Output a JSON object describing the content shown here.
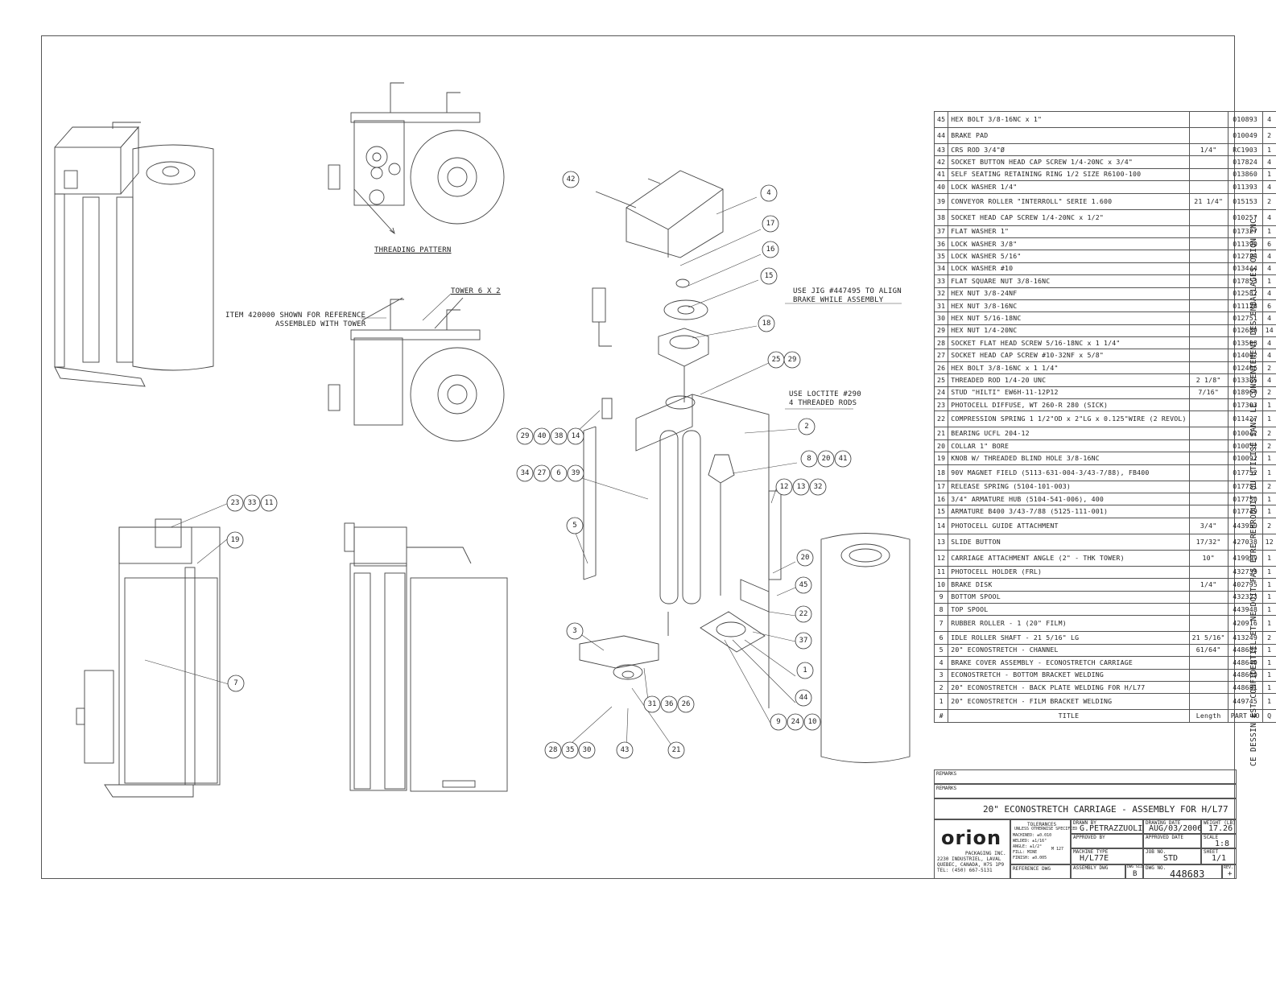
{
  "bom": {
    "rows": [
      {
        "item": "45",
        "title": "HEX BOLT 3/8-16NC x 1\"",
        "length": "",
        "part": "010893",
        "qty": "4"
      },
      {
        "item": "44",
        "title": "BRAKE PAD",
        "length": "",
        "part": "010049",
        "qty": "2"
      },
      {
        "item": "43",
        "title": "CRS ROD 3/4\"Ø",
        "length": "1/4\"",
        "part": "RC1903",
        "qty": "1"
      },
      {
        "item": "42",
        "title": "SOCKET BUTTON HEAD CAP SCREW 1/4-20NC x 3/4\"",
        "length": "",
        "part": "017824",
        "qty": "4"
      },
      {
        "item": "41",
        "title": "SELF SEATING RETAINING RING 1/2 SIZE R6100-100",
        "length": "",
        "part": "013860",
        "qty": "1"
      },
      {
        "item": "40",
        "title": "LOCK WASHER 1/4\"",
        "length": "",
        "part": "011393",
        "qty": "4"
      },
      {
        "item": "39",
        "title": "CONVEYOR ROLLER \"INTERROLL\" SERIE 1.600",
        "length": "21 1/4\"",
        "part": "015153",
        "qty": "2"
      },
      {
        "item": "38",
        "title": "SOCKET HEAD CAP SCREW 1/4-20NC x 1/2\"",
        "length": "",
        "part": "010257",
        "qty": "4"
      },
      {
        "item": "37",
        "title": "FLAT WASHER 1\"",
        "length": "",
        "part": "017327",
        "qty": "1"
      },
      {
        "item": "36",
        "title": "LOCK WASHER 3/8\"",
        "length": "",
        "part": "011390",
        "qty": "6"
      },
      {
        "item": "35",
        "title": "LOCK WASHER 5/16\"",
        "length": "",
        "part": "012724",
        "qty": "4"
      },
      {
        "item": "34",
        "title": "LOCK WASHER #10",
        "length": "",
        "part": "013444",
        "qty": "4"
      },
      {
        "item": "33",
        "title": "FLAT SQUARE NUT 3/8-16NC",
        "length": "",
        "part": "017853",
        "qty": "1"
      },
      {
        "item": "32",
        "title": "HEX NUT 3/8-24NF",
        "length": "",
        "part": "012582",
        "qty": "4"
      },
      {
        "item": "31",
        "title": "HEX NUT 3/8-16NC",
        "length": "",
        "part": "011128",
        "qty": "6"
      },
      {
        "item": "30",
        "title": "HEX NUT 5/16-18NC",
        "length": "",
        "part": "012751",
        "qty": "4"
      },
      {
        "item": "29",
        "title": "HEX NUT 1/4-20NC",
        "length": "",
        "part": "012689",
        "qty": "14"
      },
      {
        "item": "28",
        "title": "SOCKET FLAT HEAD SCREW 5/16-18NC x 1 1/4\"",
        "length": "",
        "part": "013508",
        "qty": "4"
      },
      {
        "item": "27",
        "title": "SOCKET HEAD CAP SCREW #10-32NF x 5/8\"",
        "length": "",
        "part": "014002",
        "qty": "4"
      },
      {
        "item": "26",
        "title": "HEX BOLT 3/8-16NC x 1 1/4\"",
        "length": "",
        "part": "012406",
        "qty": "2"
      },
      {
        "item": "25",
        "title": "THREADED ROD 1/4-20 UNC",
        "length": "2 1/8\"",
        "part": "013385",
        "qty": "4"
      },
      {
        "item": "24",
        "title": "STUD \"HILTI\" EW6H-11-12P12",
        "length": "7/16\"",
        "part": "018969",
        "qty": "2"
      },
      {
        "item": "23",
        "title": "PHOTOCELL DIFFUSE, WT 260-R 280 (SICK)",
        "length": "",
        "part": "017303",
        "qty": "1"
      },
      {
        "item": "22",
        "title": "COMPRESSION SPRING 1 1/2\"OD x 2\"LG x 0.125\"WIRE (2 REVOL)",
        "length": "",
        "part": "011427",
        "qty": "1"
      },
      {
        "item": "21",
        "title": "BEARING UCFL 204-12",
        "length": "",
        "part": "010042",
        "qty": "2"
      },
      {
        "item": "20",
        "title": "COLLAR 1\" BORE",
        "length": "",
        "part": "010052",
        "qty": "2"
      },
      {
        "item": "19",
        "title": "KNOB W/ THREADED BLIND HOLE 3/8-16NC",
        "length": "",
        "part": "010092",
        "qty": "1"
      },
      {
        "item": "18",
        "title": "90V MAGNET FIELD (5113-631-004-3/43-7/88), FB400",
        "length": "",
        "part": "017752",
        "qty": "1"
      },
      {
        "item": "17",
        "title": "RELEASE SPRING (5104-101-003)",
        "length": "",
        "part": "017751",
        "qty": "2"
      },
      {
        "item": "16",
        "title": "3/4\" ARMATURE HUB (5104-541-006), 400",
        "length": "",
        "part": "017750",
        "qty": "1"
      },
      {
        "item": "15",
        "title": "ARMATURE B400 3/43-7/88 (5125-111-001)",
        "length": "",
        "part": "017749",
        "qty": "1"
      },
      {
        "item": "14",
        "title": "PHOTOCELL GUIDE ATTACHMENT",
        "length": "3/4\"",
        "part": "443959",
        "qty": "2"
      },
      {
        "item": "13",
        "title": "SLIDE BUTTON",
        "length": "17/32\"",
        "part": "427038",
        "qty": "12"
      },
      {
        "item": "12",
        "title": "CARRIAGE ATTACHMENT ANGLE (2\" - THK TOWER)",
        "length": "10\"",
        "part": "419999",
        "qty": "1"
      },
      {
        "item": "11",
        "title": "PHOTOCELL HOLDER (FRL)",
        "length": "",
        "part": "432739",
        "qty": "1"
      },
      {
        "item": "10",
        "title": "BRAKE DISK",
        "length": "1/4\"",
        "part": "402795",
        "qty": "1"
      },
      {
        "item": "9",
        "title": "BOTTOM SPOOL",
        "length": "",
        "part": "432323",
        "qty": "1"
      },
      {
        "item": "8",
        "title": "TOP SPOOL",
        "length": "",
        "part": "443948",
        "qty": "1"
      },
      {
        "item": "7",
        "title": "RUBBER ROLLER - 1 (20\" FILM)",
        "length": "",
        "part": "420916",
        "qty": "1"
      },
      {
        "item": "6",
        "title": "IDLE ROLLER SHAFT - 21 5/16\" LG",
        "length": "21 5/16\"",
        "part": "413249",
        "qty": "2"
      },
      {
        "item": "5",
        "title": "20\" ECONOSTRETCH - CHANNEL",
        "length": "61/64\"",
        "part": "448682",
        "qty": "1"
      },
      {
        "item": "4",
        "title": "BRAKE COVER ASSEMBLY - ECONOSTRETCH CARRIAGE",
        "length": "",
        "part": "448649",
        "qty": "1"
      },
      {
        "item": "3",
        "title": "ECONOSTRETCH - BOTTOM BRACKET WELDING",
        "length": "",
        "part": "448660",
        "qty": "1"
      },
      {
        "item": "2",
        "title": "20\" ECONOSTRETCH - BACK PLATE WELDING FOR H/L77",
        "length": "",
        "part": "448681",
        "qty": "1"
      },
      {
        "item": "1",
        "title": "20\" ECONOSTRETCH - FILM BRACKET WELDING",
        "length": "",
        "part": "449745",
        "qty": "1"
      }
    ],
    "header": {
      "item": "#",
      "title": "TITLE",
      "length": "Length",
      "part": "PART NO",
      "qty": "Q"
    }
  },
  "title_block": {
    "remarks_1": "REMARKS",
    "remarks_2": "REMARKS",
    "title": "20\" ECONOSTRETCH CARRIAGE - ASSEMBLY FOR H/L77",
    "company_logo": "orion",
    "company_name": "PACKAGING INC.",
    "company_addr1": "2230 INDUSTRIEL, LAVAL",
    "company_addr2": "QUEBEC, CANADA, H7S 1P9",
    "company_tel": "TEL: (450) 667-5131",
    "tolerances": "TOLERANCES",
    "tolerances_sub": "UNLESS OTHERWISE SPECIFIED",
    "tol_lines": [
      "MACHINED: ±0.010",
      "WELDED: ±1/16\"",
      "ANGLE: ±1/2°",
      "FILL: MINE",
      "FINISH: ±0.005"
    ],
    "tol_code": "M 127",
    "reference_dwg": "REFERENCE DWG",
    "drawn_by_label": "DRAWN BY",
    "drawn_by": "G.PETRAZZUOLI",
    "drawn_date_label": "DRAWING DATE",
    "drawn_date": "AUG/03/2006",
    "weight_label": "WEIGHT (LB)",
    "weight": "17.26",
    "approved_label": "APPROVED BY",
    "approved_date_label": "APPROVED DATE",
    "scale_label": "SCALE",
    "scale": "1:8",
    "machine_label": "MACHINE TYPE",
    "machine": "H/L77E",
    "job_label": "JOB NO.",
    "job": "STD",
    "sheet_label": "SHEET",
    "sheet": "1/1",
    "assembly_label": "ASSEMBLY DWG",
    "size_label": "DWG SIZE",
    "size": "B",
    "dwg_label": "DWG NO.",
    "dwg_no": "448683",
    "rev_label": "REV.",
    "rev": "+"
  },
  "vertical_note": "CE DESSIN EST CONFIDENTIEL ET NE DOIT PAS ÊTRE REPRODUIT OU UTILISÉ SANS LE CONSENTEMENT DES EMBALLAGES ORION INC.",
  "labels": {
    "threading": "THREADING PATTERN",
    "tower": "TOWER 6 X 2",
    "item_note_1": "ITEM 420000 SHOWN FOR REFERENCE",
    "item_note_2": "ASSEMBLED WITH TOWER",
    "jig_1": "USE JIG #447495 TO ALIGN",
    "jig_2": "BRAKE WHILE ASSEMBLY",
    "loctite_1": "USE LOCTITE #290",
    "loctite_2": "4 THREADED RODS"
  },
  "balloons": [
    "42",
    "4",
    "17",
    "16",
    "15",
    "18",
    "25",
    "29",
    "2",
    "8",
    "20",
    "41",
    "12",
    "13",
    "32",
    "29",
    "40",
    "38",
    "14",
    "34",
    "27",
    "6",
    "39",
    "5",
    "20",
    "45",
    "22",
    "37",
    "1",
    "44",
    "9",
    "24",
    "10",
    "3",
    "31",
    "36",
    "26",
    "28",
    "35",
    "30",
    "43",
    "21",
    "23",
    "33",
    "11",
    "19",
    "7"
  ]
}
